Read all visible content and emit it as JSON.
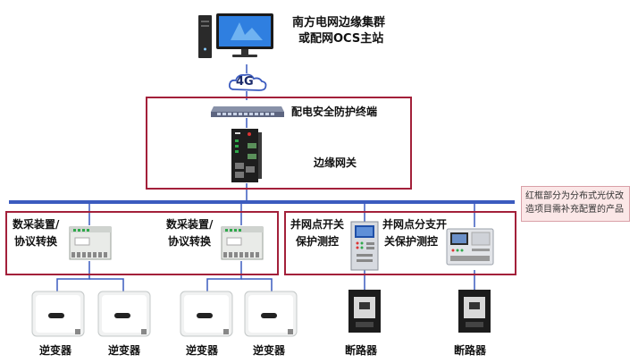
{
  "master_station": {
    "line1": "南方电网边缘集群",
    "line2": "或配网OCS主站"
  },
  "network": {
    "label": "4G"
  },
  "security_terminal": {
    "label": "配电安全防护终端"
  },
  "edge_gateway": {
    "label": "边缘网关"
  },
  "note": {
    "line1": "红框部分为分布式光伏改",
    "line2": "造项目需补充配置的产品"
  },
  "collectors": [
    {
      "line1": "数采装置/",
      "line2": "协议转换"
    },
    {
      "line1": "数采装置/",
      "line2": "协议转换"
    }
  ],
  "protection": [
    {
      "line1": "并网点开关",
      "line2": "保护测控"
    },
    {
      "line1": "并网点分支开",
      "line2": "关保护测控"
    }
  ],
  "inverters": [
    "逆变器",
    "逆变器",
    "逆变器",
    "逆变器"
  ],
  "breakers": [
    "断路器",
    "断路器"
  ],
  "colors": {
    "frame": "#a3203a",
    "bus": "#3b5bbf",
    "note_bg": "#fbe7e7"
  },
  "icons": [
    "computer-icon",
    "cloud-icon",
    "switch-icon",
    "gateway-icon",
    "collector-icon",
    "relay-icon",
    "inverter-icon",
    "breaker-icon"
  ]
}
